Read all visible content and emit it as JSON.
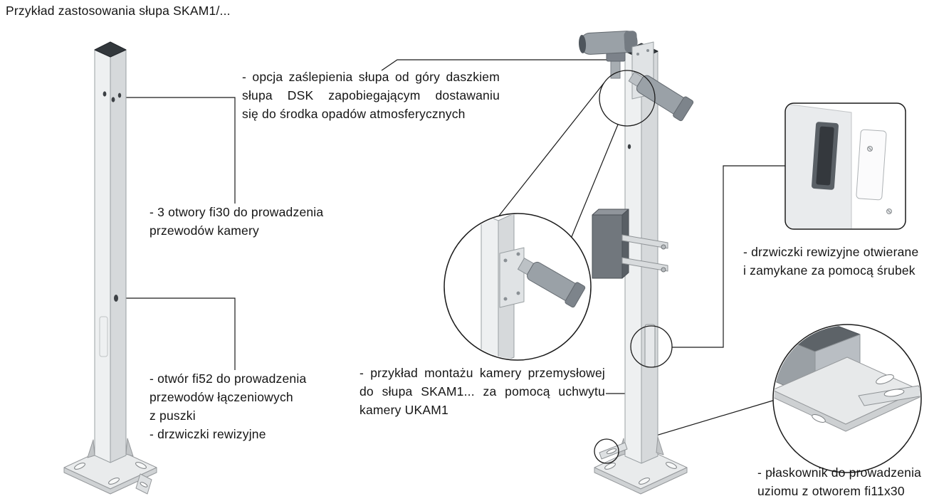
{
  "title": "Przykład zastosowania słupa SKAM1/...",
  "annotations": {
    "dsk": [
      "- opcja zaślepienia słupa od góry daszkiem",
      "słupa DSK zapobiegającym dostawaniu",
      "się do środka opadów atmosferycznych"
    ],
    "holes_fi30": [
      "- 3 otwory fi30 do prowadzenia",
      "przewodów kamery"
    ],
    "hole_fi52": [
      "- otwór fi52 do prowadzenia",
      "przewodów łączeniowych",
      "z puszki",
      "- drzwiczki rewizyjne"
    ],
    "camera_mount": [
      "- przykład montażu kamery przemysłowej",
      "do słupa SKAM1... za pomocą uchwytu",
      "kamery UKAM1"
    ],
    "revision_door": [
      "- drzwiczki rewizyjne otwierane",
      "i zamykane za pomocą śrubek"
    ],
    "flat_bar": [
      "- płaskownik do prowadzenia",
      "uziomu z otworem fi11x30"
    ]
  },
  "colors": {
    "background": "#ffffff",
    "leader_line": "#1a1a1a",
    "text": "#151515",
    "pole_light": "#eef0f1",
    "pole_shade": "#d6d9db",
    "cap_dark": "#33383c",
    "camera_body": "#9aa1a7",
    "junction_box": "#71777d"
  }
}
